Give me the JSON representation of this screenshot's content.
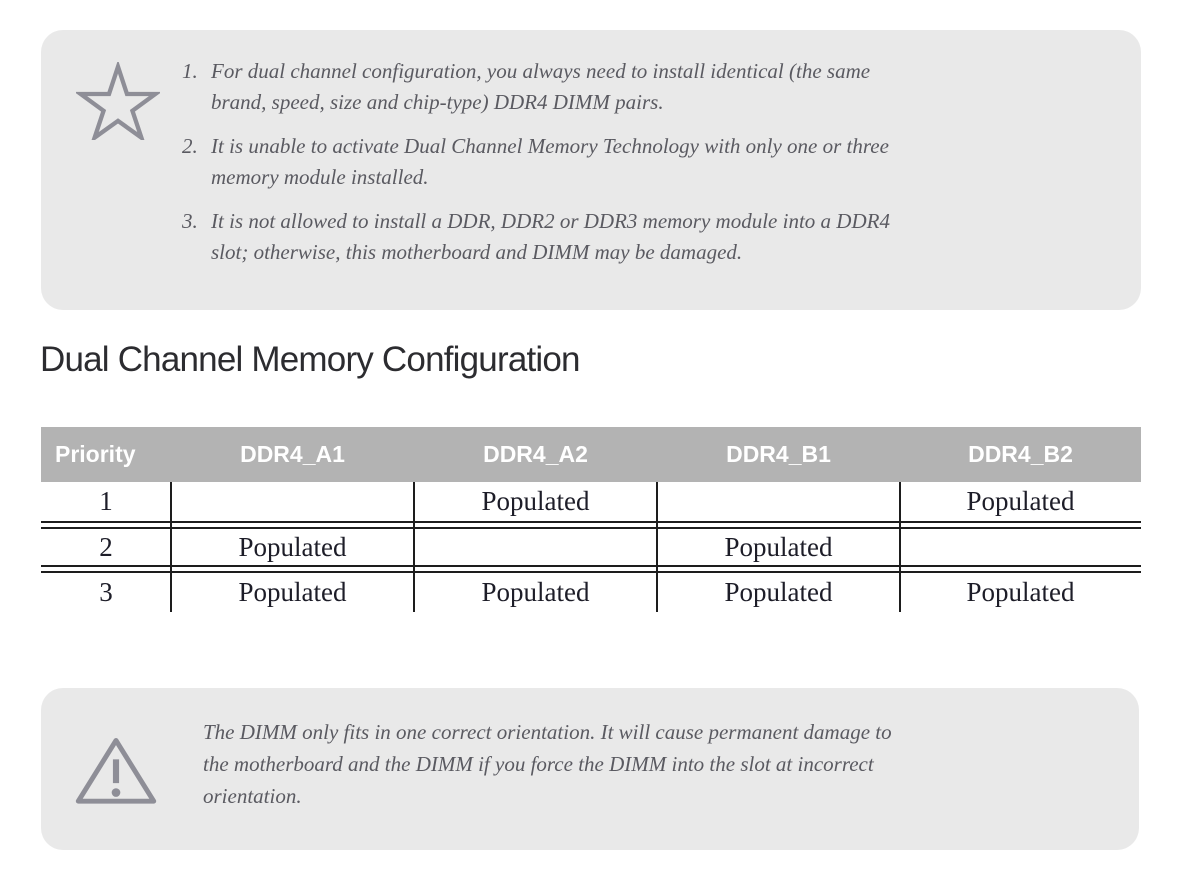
{
  "heading": "Dual Channel Memory Configuration",
  "note_box": {
    "icon": "star-icon",
    "items": [
      {
        "num": "1.",
        "text": "For dual channel configuration, you always need to install identical (the same\nbrand, speed, size and chip-type) DDR4 DIMM pairs."
      },
      {
        "num": "2.",
        "text": "It is unable to activate Dual Channel Memory Technology with only one or three\nmemory module installed."
      },
      {
        "num": "3.",
        "text": "It is not allowed to install a DDR, DDR2 or DDR3 memory module into a DDR4\nslot; otherwise, this motherboard and DIMM may be damaged."
      }
    ]
  },
  "table": {
    "columns": [
      "Priority",
      "DDR4_A1",
      "DDR4_A2",
      "DDR4_B1",
      "DDR4_B2"
    ],
    "rows": [
      {
        "priority": "1",
        "cells": [
          "",
          "Populated",
          "",
          "Populated"
        ]
      },
      {
        "priority": "2",
        "cells": [
          "Populated",
          "",
          "Populated",
          ""
        ]
      },
      {
        "priority": "3",
        "cells": [
          "Populated",
          "Populated",
          "Populated",
          "Populated"
        ]
      }
    ]
  },
  "warning_box": {
    "icon": "warning-triangle-icon",
    "text": "The DIMM only fits in one correct orientation. It will cause permanent damage to\nthe motherboard and the DIMM if you force the DIMM into the slot at incorrect\norientation."
  },
  "colors": {
    "box_bg": "#e9e9e9",
    "icon_gray": "#8e8e97",
    "note_text": "#5a5a61",
    "heading_text": "#2c2c30",
    "table_header_bg": "#b3b3b3",
    "table_header_text": "#ffffff",
    "table_body_text": "#1d1d28",
    "line": "#1d1d1d"
  }
}
